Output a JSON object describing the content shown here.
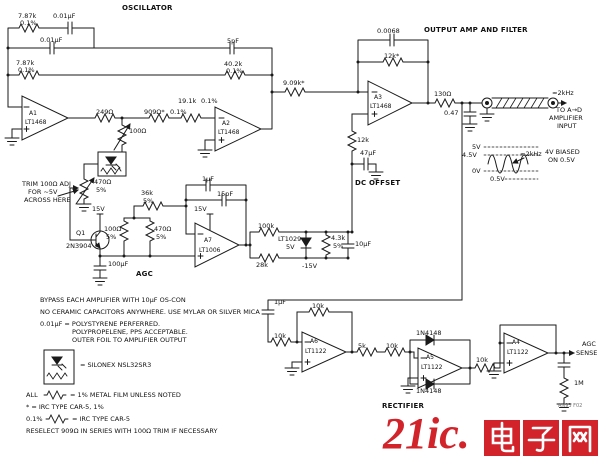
{
  "sections": {
    "oscillator": "OSCILLATOR",
    "output_amp": "OUTPUT AMP AND FILTER",
    "dc_offset": "DC OFFSET",
    "agc": "AGC",
    "rectifier": "RECTIFIER"
  },
  "components": {
    "r787_1": "7.87k",
    "tol_1": "0.1%",
    "c001_1": "0.01μF",
    "c001_2": "0.01μF",
    "c5pf": "5pF",
    "r787_2": "7.87k",
    "tol_2": "0.1%",
    "r402": "40.2k",
    "tol_3": "0.1%",
    "a1": "A1",
    "a1_part": "LT1468",
    "r249": "249Ω",
    "r100_trim": "100Ω",
    "r909": "909Ω*",
    "tol_4": "0.1%",
    "r191": "19.1k",
    "tol_5": "0.1%",
    "a2": "A2",
    "a2_part": "LT1468",
    "r909k": "9.09k*",
    "c0068": "0.0068",
    "r12k_star": "12k*",
    "a3": "A3",
    "a3_part": "LT1468",
    "r130": "130Ω",
    "c047": "0.47",
    "r12k": "12k",
    "c47uf": "47μF",
    "trim_note_1": "TRIM 100Ω ADJ",
    "trim_note_2": "FOR ~5V",
    "trim_note_3": "ACROSS HERE",
    "r470_trim": "470Ω",
    "pct_1": "5%",
    "c1uf_a7": "1μF",
    "r36k": "36k",
    "pct_2": "5%",
    "c15pf": "15pF",
    "v15_a7": "15V",
    "v15_q1": "15V",
    "q1": "Q1",
    "q1_part": "2N3904",
    "c100uf": "100μF",
    "r100_5": "100Ω",
    "pct_3": "5%",
    "r470_5": "470Ω",
    "pct_4": "5%",
    "a7": "A7",
    "a7_part": "LT1006",
    "r100k": "100k",
    "r28k": "28k",
    "ref": "LT1029",
    "ref_v": "5V",
    "r43k": "4.3k",
    "pct_5": "5%",
    "c10uf": "10μF",
    "v_neg15": "-15V",
    "c1uf_a6": "1μF",
    "r10k_in": "10k",
    "r10k_fb": "10k",
    "r5k": "5k",
    "r10k_sum": "10k",
    "a6": "A6",
    "a6_part": "LT1122",
    "d1": "1N4148",
    "d2": "1N4148",
    "a5": "A5",
    "a5_part": "LT1122",
    "r10k_out": "10k",
    "a4": "A4",
    "a4_part": "LT1122",
    "r1m": "1M"
  },
  "output": {
    "freq": "≈2kHz",
    "dest_1": "TO A→D",
    "dest_2": "AMPLIFIER",
    "dest_3": "INPUT"
  },
  "waveform": {
    "v5": "5V",
    "v45": "4.5V",
    "freq": "≈2kHz",
    "bias_1": "4V BIASED",
    "bias_2": "ON 0.5V",
    "v0": "0V",
    "v05": "0.5V"
  },
  "agc_sense": {
    "line1": "AGC",
    "line2": "SENSE"
  },
  "notes": {
    "n1": "BYPASS EACH AMPLIFIER WITH 10μF OS-CON",
    "n2": "NO CERAMIC CAPACITORS ANYWHERE. USE MYLAR OR SILVER MICA",
    "n3": "0.01μF = POLYSTYRENE PERFERRED.",
    "n4": "POLYPROPELENE, PPS ACCEPTABLE.",
    "n5": "OUTER FOIL TO AMPLIFIER OUTPUT",
    "n6": "= SILONEX NSL32SR3",
    "n7a": "ALL",
    "n7b": "= 1% METAL FILM UNLESS NOTED",
    "n8": "* = IRC TYPE CAR-5, 1%",
    "n9a": "0.1%",
    "n9b": "= IRC TYPE CAR-5",
    "n10": "RESELECT 909Ω IN SERIES WITH 100Ω TRIM IF NECESSARY"
  },
  "fig_code": "AN93 F02",
  "watermark": {
    "brand": "21ic.",
    "chars": [
      "电",
      "子",
      "网"
    ],
    "color": "#d2232a"
  }
}
